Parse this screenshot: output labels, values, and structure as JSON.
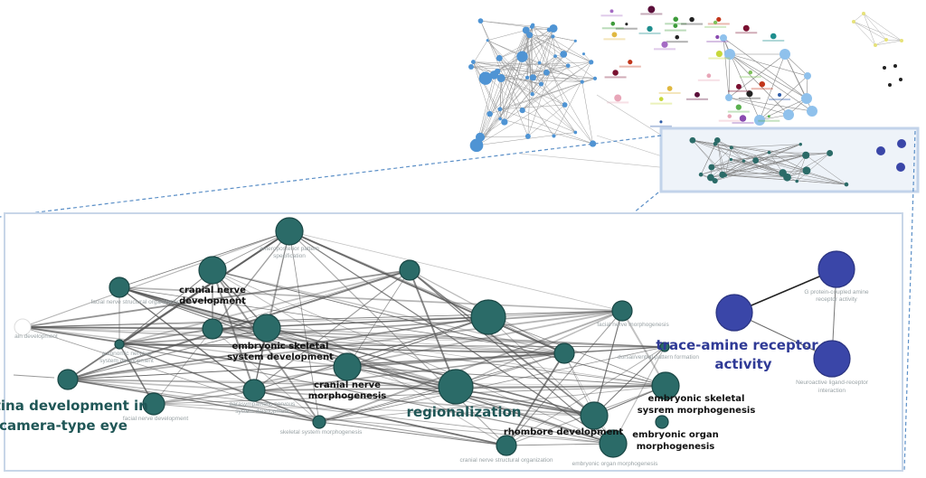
{
  "colors": {
    "teal_node": "#2b6b68",
    "teal_stroke": "#1a4745",
    "blue_node": "#3a46a8",
    "edge": "#555555",
    "panel_border": "#c8d6e8",
    "inset_fill": "#eef3f9",
    "dashed": "#5b8fc7"
  },
  "detail_panel": {
    "teal_cluster": {
      "nodes": [
        {
          "id": "anteroposterior",
          "label": "anteroposterior pattern specification",
          "style": "faint"
        },
        {
          "id": "cranial-nerve-dev",
          "label": "cranial nerve development",
          "style": "bold"
        },
        {
          "id": "facial-nerve-struct",
          "label": "facial nerve structural organization",
          "style": "faint"
        },
        {
          "id": "brain-dev",
          "label": "ain development",
          "style": "faint"
        },
        {
          "id": "autonomic",
          "label": "autonomic nervous system development",
          "style": "faint"
        },
        {
          "id": "unlabeled-1",
          "label": "",
          "style": "faint"
        },
        {
          "id": "emb-skel-dev",
          "label": "embryonic skeletal system development",
          "style": "bold"
        },
        {
          "id": "unlabeled-2",
          "label": "",
          "style": "faint"
        },
        {
          "id": "big-node",
          "label": "",
          "style": "faint"
        },
        {
          "id": "cranial-nerve-morph",
          "label": "cranial nerve morphogenesis",
          "style": "bold"
        },
        {
          "id": "retina",
          "label": "retina development in camera-type eye",
          "style": "big"
        },
        {
          "id": "facial-nerve-dev",
          "label": "facial nerve development",
          "style": "faint"
        },
        {
          "id": "parasympathetic",
          "label": "parasympathetic nervous system development",
          "style": "faint"
        },
        {
          "id": "skel-morph",
          "label": "skeletal system morphogenesis",
          "style": "faint"
        },
        {
          "id": "regionalization",
          "label": "regionalization",
          "style": "big"
        },
        {
          "id": "unlabeled-3",
          "label": "",
          "style": "faint"
        },
        {
          "id": "facial-morph",
          "label": "facial nerve morphogenesis",
          "style": "faint"
        },
        {
          "id": "dorsal-ventral",
          "label": "dorsal/ventral pattern formation",
          "style": "faint"
        },
        {
          "id": "emb-skel-morph",
          "label": "embryonic skeletal sysrem morphogenesis",
          "style": "bold"
        },
        {
          "id": "rhombomere",
          "label": "rhombore development",
          "style": "bold"
        },
        {
          "id": "emb-organ-morph",
          "label": "embryonic organ morphogenesis",
          "style": "faint"
        },
        {
          "id": "emb-organ-morph-bold",
          "label": "embryonic organ morphogenesis",
          "style": "bold"
        },
        {
          "id": "cranial-struct",
          "label": "cranial nerve structural organization",
          "style": "faint"
        }
      ]
    },
    "blue_cluster": {
      "nodes": [
        {
          "id": "trace-amine",
          "label": "trace-amine receptor activity",
          "style": "big"
        },
        {
          "id": "gpcr-amine",
          "label": "G protein-coupled amine receptor activity",
          "style": "faint"
        },
        {
          "id": "neuroactive",
          "label": "Neuroactive ligand-receptor interaction",
          "style": "faint"
        }
      ]
    }
  }
}
